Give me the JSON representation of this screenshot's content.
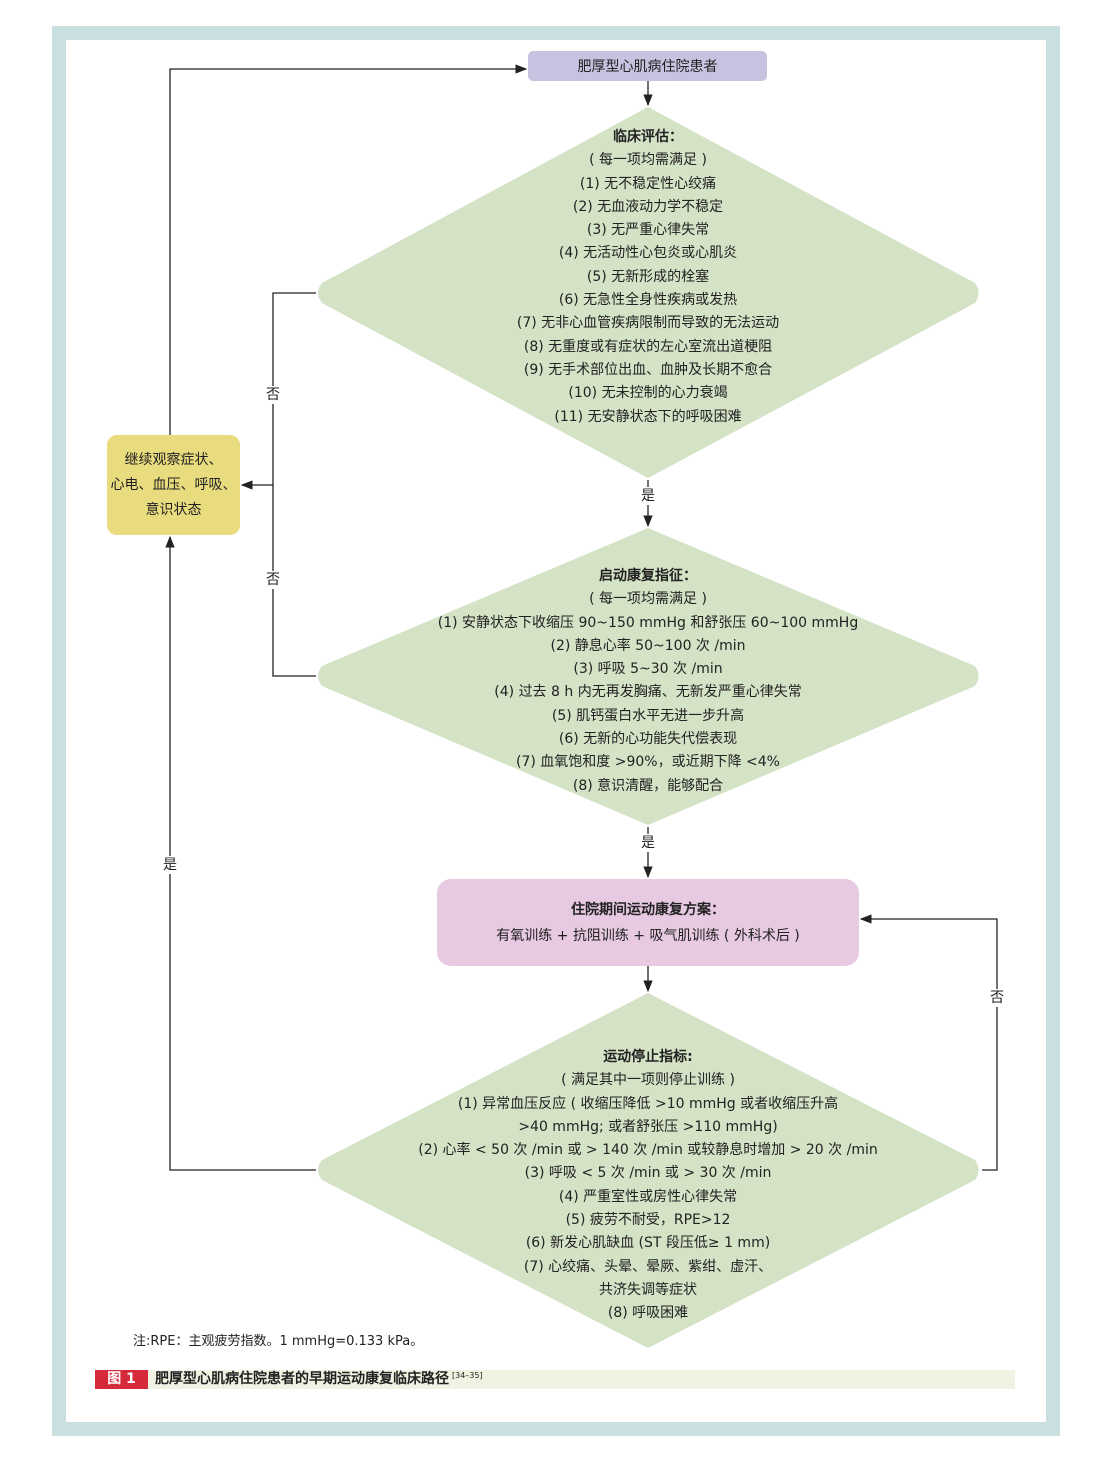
{
  "start_node": "肥厚型心肌病住院患者",
  "clinical_assessment": {
    "title": "临床评估：",
    "subtitle": "( 每一项均需满足 )",
    "items": [
      "(1) 无不稳定性心绞痛",
      "(2) 无血液动力学不稳定",
      "(3) 无严重心律失常",
      "(4) 无活动性心包炎或心肌炎",
      "(5) 无新形成的栓塞",
      "(6) 无急性全身性疾病或发热",
      "(7) 无非心血管疾病限制而导致的无法运动",
      "(8) 无重度或有症状的左心室流出道梗阻",
      "(9) 无手术部位出血、血肿及长期不愈合",
      "(10) 无未控制的心力衰竭",
      "(11) 无安静状态下的呼吸困难"
    ]
  },
  "rehab_start": {
    "title": "启动康复指征：",
    "subtitle": "( 每一项均需满足 )",
    "items": [
      "(1) 安静状态下收缩压 90~150 mmHg 和舒张压 60~100 mmHg",
      "(2) 静息心率 50~100 次 /min",
      "(3) 呼吸 5~30 次 /min",
      "(4) 过去 8 h 内无再发胸痛、无新发严重心律失常",
      "(5) 肌钙蛋白水平无进一步升高",
      "(6) 无新的心功能失代偿表现",
      "(7) 血氧饱和度 >90%，或近期下降 <4%",
      "(8) 意识清醒，能够配合"
    ]
  },
  "observe_node": [
    "继续观察症状、",
    "心电、血压、呼吸、",
    "意识状态"
  ],
  "plan_node": {
    "title": "住院期间运动康复方案：",
    "body": "有氧训练 + 抗阻训练 + 吸气肌训练 ( 外科术后 )"
  },
  "stop_criteria": {
    "title": "运动停止指标:",
    "subtitle": "( 满足其中一项则停止训练 )",
    "items": [
      "(1) 异常血压反应 ( 收缩压降低 >10 mmHg 或者收缩压升高",
      ">40 mmHg; 或者舒张压 >110 mmHg)",
      "(2) 心率 < 50 次 /min 或 > 140 次 /min 或较静息时增加 > 20 次 /min",
      "(3) 呼吸 < 5 次 /min 或 > 30 次 /min",
      "(4) 严重室性或房性心律失常",
      "(5) 疲劳不耐受，RPE>12",
      "(6) 新发心肌缺血 (ST 段压低≥ 1 mm)",
      "(7) 心绞痛、头晕、晕厥、紫绀、虚汗、",
      "共济失调等症状",
      "(8) 呼吸困难"
    ]
  },
  "edge_labels": {
    "yes": "是",
    "no": "否"
  },
  "note": "注:RPE：主观疲劳指数。1 mmHg=0.133 kPa。",
  "caption": {
    "fig_no": "图 1",
    "title": "肥厚型心肌病住院患者的早期运动康复临床路径",
    "ref": "[34–35]"
  },
  "colors": {
    "frame": "#c9dfe0",
    "start": "#c7c2df",
    "diamond": "#d4e2c6",
    "observe": "#e8dc7f",
    "plan": "#e7c9e2",
    "fig_no": "#d42a3a",
    "caption_bar": "#eef3e2"
  }
}
